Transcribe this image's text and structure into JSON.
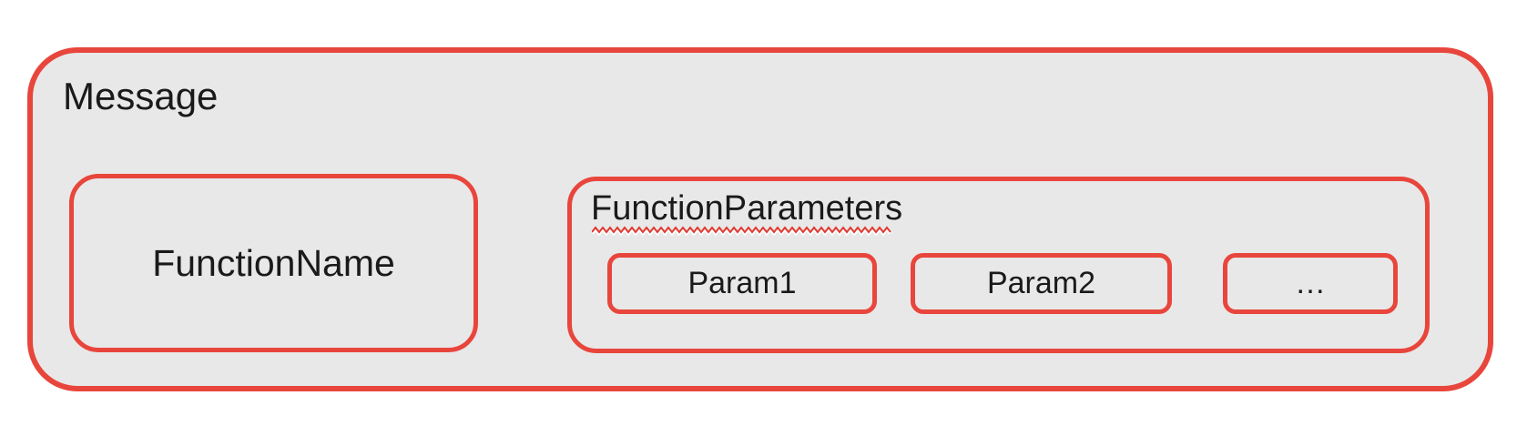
{
  "diagram": {
    "message": {
      "label": "Message"
    },
    "function_name": {
      "label": "FunctionName"
    },
    "function_parameters": {
      "label": "FunctionParameters",
      "params": [
        {
          "label": "Param1"
        },
        {
          "label": "Param2"
        },
        {
          "label": "…"
        }
      ]
    },
    "colors": {
      "border_red": "#e8463c",
      "fill_gray": "#e8e8e8",
      "text_black": "#1a1a1a",
      "squiggle_red": "#e03a30",
      "background_white": "#ffffff"
    }
  }
}
